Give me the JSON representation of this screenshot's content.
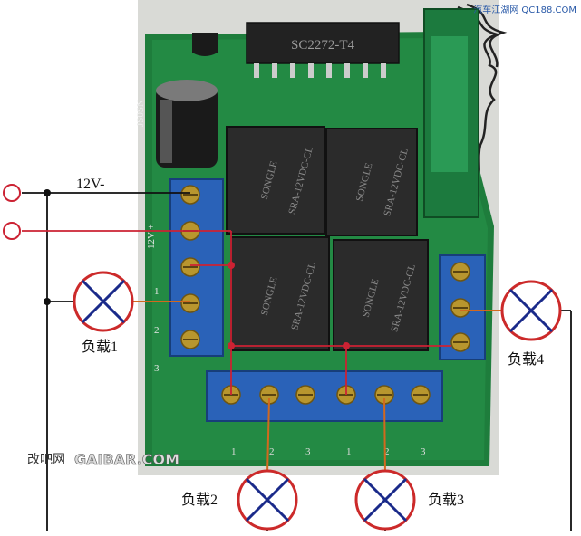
{
  "labels": {
    "v_neg": "12V-",
    "v_pos": "12V+",
    "load1": "负载1",
    "load2": "负载2",
    "load3": "负载3",
    "load4": "负载4"
  },
  "watermarks": {
    "top_right": "汽车江湖网 QC188.COM",
    "bottom_left_cn": "改吧网",
    "bottom_left_en": "GAIBAR.COM"
  },
  "chips": {
    "ic_marking": "SC2272-T4",
    "relay_brand": "SONGLE",
    "relay_model": "SRA-12VDC-CL"
  },
  "board": {
    "side_marks": "JS0SN",
    "terminal_marks": [
      "12V +",
      "1",
      "2",
      "3"
    ],
    "bottom_marks": [
      "1",
      "2",
      "3",
      "1",
      "2",
      "3"
    ]
  },
  "colors": {
    "wire_red": "#cc2233",
    "wire_orange": "#d2691e",
    "wire_black": "#111111",
    "lamp_red": "#cc2a2a",
    "lamp_cross": "#1a2a8a",
    "pcb_green": "#1e7d3c",
    "terminal_blue": "#2a62b8",
    "relay_black": "#2b2b2b"
  }
}
